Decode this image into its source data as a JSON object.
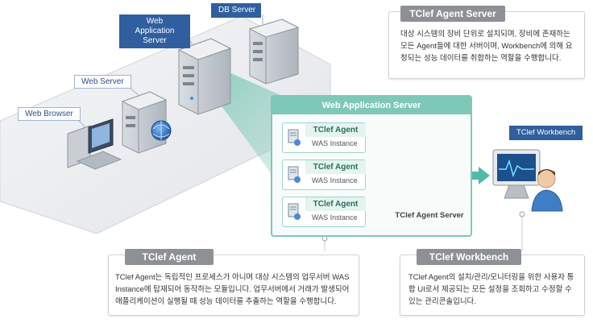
{
  "labels": {
    "web_browser": "Web Browser",
    "web_server": "Web Server",
    "web_application_server": "Web Application\nServer",
    "db_server": "DB Server",
    "tclef_workbench_tag": "TClef Workbench"
  },
  "was_box": {
    "title": "Web Application Server",
    "agents": [
      {
        "name": "TClef Agent",
        "instance": "WAS Instance"
      },
      {
        "name": "TClef Agent",
        "instance": "WAS Instance"
      },
      {
        "name": "TClef Agent",
        "instance": "WAS Instance"
      }
    ],
    "server_label": "TClef Agent Server"
  },
  "panels": {
    "agent_server": {
      "title": "TClef Agent Server",
      "body": "대상 시스템의 장비 단위로 설치되며, 장비에 존재하는 모든 Agent들에 대한 서버이며, Workbench에 의해 요청되는 성능 데이터를 취합하는 역할을 수행합니다."
    },
    "agent": {
      "title": "TClef Agent",
      "body": "TClef Agent는 독립적인 프로세스가 아니며 대상 시스템의 업무서버 WAS Instance에 탑재되어 동작하는 모듈입니다. 업무서버에서 거래가 발생되어 애플리케이션이 실행될 때 성능 데이터를 추출하는 역할을 수행합니다."
    },
    "workbench": {
      "title": "TClef Workbench",
      "body": "TClef Agent의 설치/관리/모니터링을 위한 사용자 통합 UI로서 제공되는 모든 설정을 조회하고 수정할 수 있는 관리콘솔입니다."
    }
  },
  "colors": {
    "was_border": "#7ec8b7",
    "tag_dark": "#2f5f9e",
    "panel_title": "#8d9196"
  }
}
